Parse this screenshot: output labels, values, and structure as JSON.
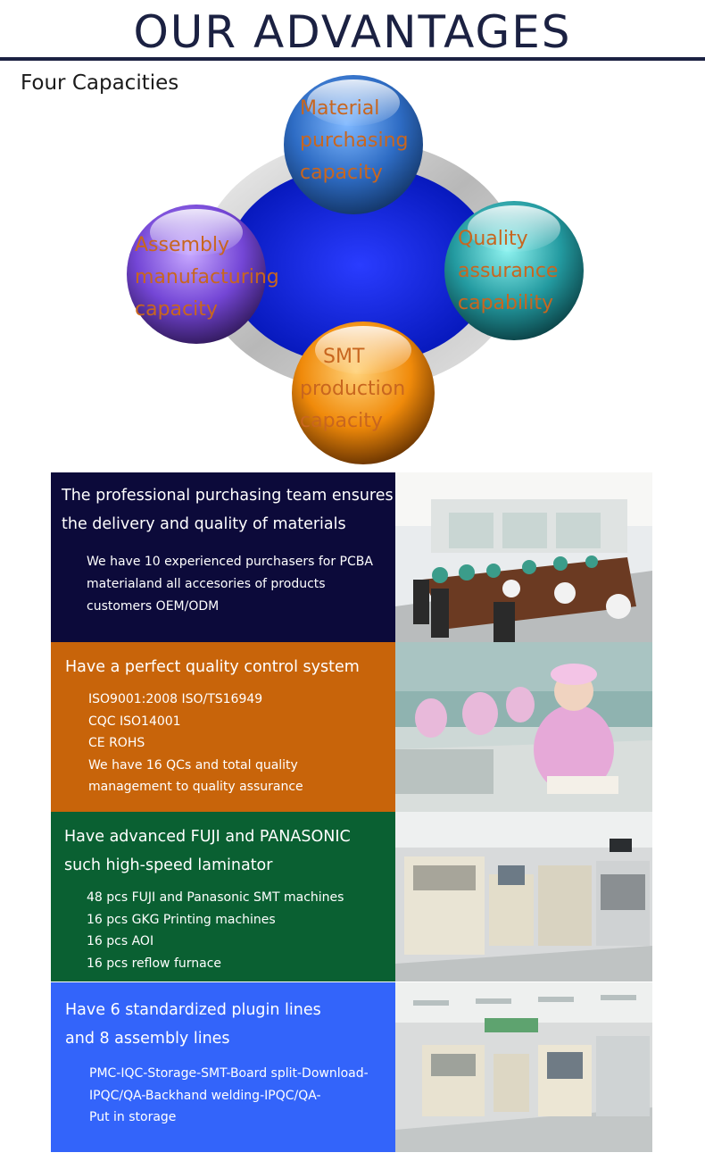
{
  "page": {
    "title": "OUR ADVANTAGES",
    "subtitle": "Four Capacities"
  },
  "diagram": {
    "orbs": [
      {
        "id": "material",
        "lines": [
          "Material",
          "purchasing",
          "capacity"
        ],
        "color": "#3a7fd0"
      },
      {
        "id": "assembly",
        "lines": [
          "Assembly",
          "manufacturing",
          "capacity"
        ],
        "color": "#7a4fd6"
      },
      {
        "id": "quality",
        "lines": [
          "Quality",
          "assurance",
          "capability"
        ],
        "color": "#2aa2a8"
      },
      {
        "id": "smt",
        "lines": [
          "SMT",
          "production",
          "capacity"
        ],
        "color": "#f08a0a"
      }
    ],
    "label_color": "#c8661f",
    "center_color": "#0a1fd6",
    "ring_color": "#c8c8c8"
  },
  "sections": [
    {
      "id": "purchasing",
      "bg": "#0c0a3a",
      "heading": [
        "The professional purchasing team ensures",
        " the delivery and quality of materials"
      ],
      "items": [
        "We have 10 experienced purchasers for PCBA",
        "materialand all accesories of products",
        "customers OEM/ODM"
      ],
      "photo": "purchasing-meeting-room-photo"
    },
    {
      "id": "quality",
      "bg": "#c8640a",
      "heading": [
        "Have a perfect quality control system"
      ],
      "items": [
        "ISO9001:2008        ISO/TS16949",
        "CQC ISO14001",
        "CE   ROHS",
        "We have 16 QCs and total quality",
        "management to quality assurance"
      ],
      "photo": "quality-inspection-workers-photo"
    },
    {
      "id": "smt",
      "bg": "#0a6032",
      "heading": [
        "Have advanced FUJI and PANASONIC",
        "such high-speed laminator"
      ],
      "items": [
        "48 pcs FUJI and Panasonic SMT machines",
        "16 pcs GKG Printing machines",
        "16 pcs AOI",
        "16 pcs reflow furnace"
      ],
      "photo": "smt-machines-photo"
    },
    {
      "id": "assembly",
      "bg": "#3364fa",
      "heading": [
        "Have 6 standardized plugin lines",
        " and 8 assembly lines"
      ],
      "items": [
        "PMC-IQC-Storage-SMT-Board split-Download-",
        "IPQC/QA-Backhand welding-IPQC/QA-",
        "Put in storage"
      ],
      "photo": "assembly-line-photo"
    }
  ]
}
